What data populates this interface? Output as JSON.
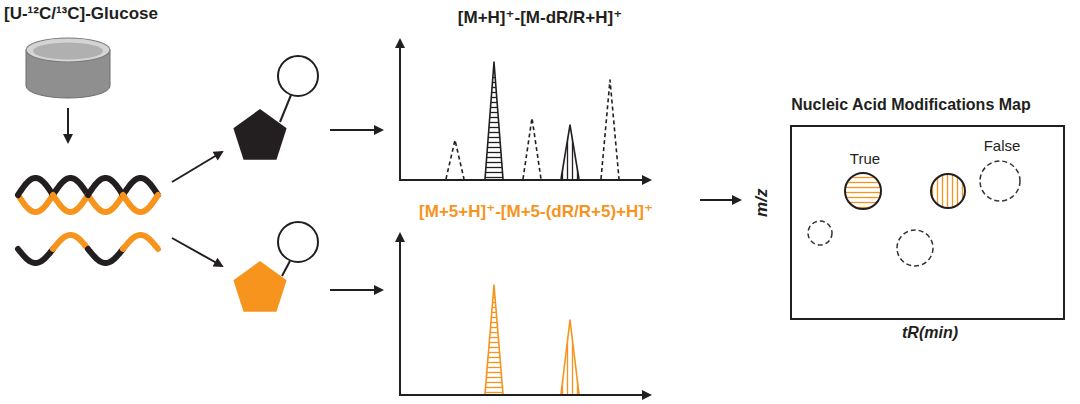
{
  "diagram": {
    "nodes": [
      {
        "text": [
          "[U-¹²C/¹³C]-Glucose"
        ]
      },
      {
        "text": [
          "[M+H]⁺-[M-dR/R+H]⁺"
        ]
      },
      {
        "text": [
          "[M+5+H]⁺-[M+5-(dR/R+5)+H]⁺"
        ]
      },
      {
        "text": [
          "Nucleic Acid Modifications Map"
        ]
      },
      {
        "text": [
          "True"
        ],
        "in": 3
      },
      {
        "text": [
          "False"
        ],
        "in": 3
      }
    ],
    "labels": [
      "m/z",
      "tR(min)"
    ]
  }
}
